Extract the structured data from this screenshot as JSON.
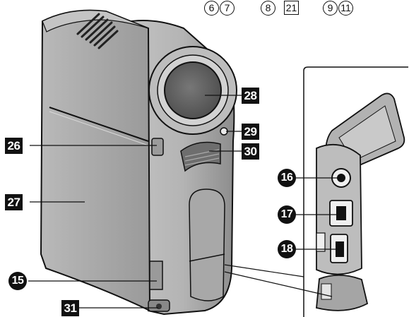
{
  "top_refs": {
    "r6": "6",
    "r7": "7",
    "r8": "8",
    "r21": "21",
    "r9": "9",
    "r11": "11"
  },
  "callouts": {
    "c15": "15",
    "c16": "16",
    "c17": "17",
    "c18": "18",
    "c26": "26",
    "c27": "27",
    "c28": "28",
    "c29": "29",
    "c30": "30",
    "c31": "31"
  }
}
